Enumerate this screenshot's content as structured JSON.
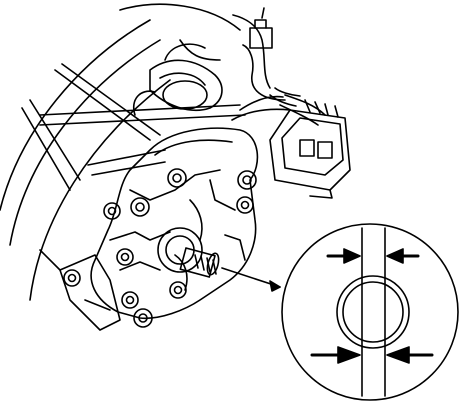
{
  "figure": {
    "line_color": "#000000",
    "fill_color": "#ffffff",
    "detail_arrow_count": 4,
    "components": [
      "actuator-assembly",
      "cooling-fan",
      "wiring-harness",
      "electrical-connector",
      "mounting-bosses",
      "output-shaft",
      "detail-callout-circle"
    ]
  }
}
